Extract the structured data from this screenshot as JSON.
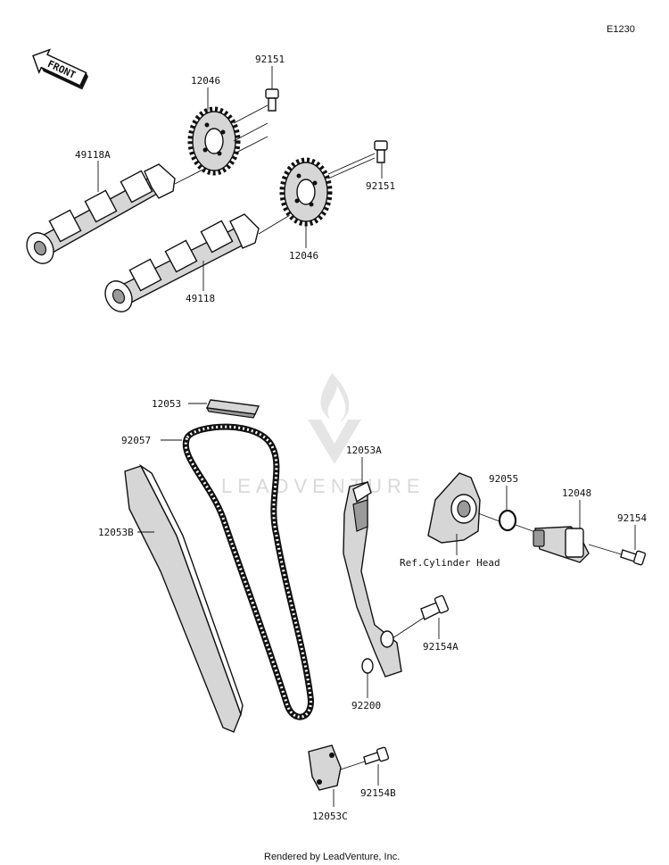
{
  "diagram_code": "E1230",
  "front_label": "FRONT",
  "watermark": "LEADVENTURE",
  "footer": "Rendered by LeadVenture, Inc.",
  "ref_label": "Ref.Cylinder Head",
  "labels": {
    "bolt_92151_top": "92151",
    "sprocket_12046_top": "12046",
    "camshaft_49118A": "49118A",
    "bolt_92151_right": "92151",
    "sprocket_12046_bottom": "12046",
    "camshaft_49118": "49118",
    "guide_12053": "12053",
    "chain_92057": "92057",
    "guide_12053A": "12053A",
    "oring_92055": "92055",
    "tensioner_12048": "12048",
    "bolt_92154": "92154",
    "guide_12053B": "12053B",
    "bolt_92154A": "92154A",
    "washer_92200": "92200",
    "bolt_92154B": "92154B",
    "guide_12053C": "12053C"
  }
}
